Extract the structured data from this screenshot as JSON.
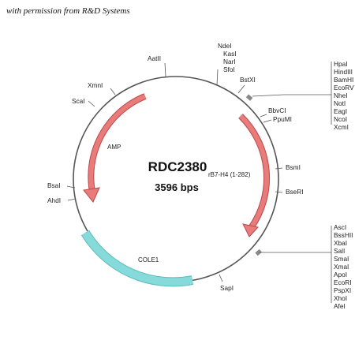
{
  "credit": "with permission from R&D Systems",
  "plasmid": {
    "name": "RDC2380",
    "size_label": "3596 bps"
  },
  "features": {
    "amp": "AMP",
    "insert": "rB7-H4 (1-282)",
    "ori": "COLE1"
  },
  "sites": {
    "top": [
      "NdeI",
      "KasI",
      "NarI",
      "SfoI"
    ],
    "aatii": "AatII",
    "xmni": "XmnI",
    "scai": "ScaI",
    "bstxi": "BstXI",
    "bbvci": "BbvCI",
    "ppumi": "PpuMI",
    "bsmi": "BsmI",
    "bseri": "BseRI",
    "bsai": "BsaI",
    "ahdi": "AhdI",
    "sapi": "SapI",
    "mcs1": [
      "HpaI",
      "HindIII",
      "BamHI",
      "EcoRV",
      "NheI",
      "NotI",
      "EagI",
      "NcoI",
      "XcmI"
    ],
    "mcs2": [
      "AscI",
      "BssHII",
      "XbaI",
      "SalI",
      "SmaI",
      "XmaI",
      "ApoI",
      "EcoRI",
      "PspXI",
      "XhoI",
      "AfeI"
    ]
  },
  "colors": {
    "amp": "#e46a6a",
    "insert": "#e46a6a",
    "ori": "#7fd3d3",
    "backbone": "#555555"
  }
}
